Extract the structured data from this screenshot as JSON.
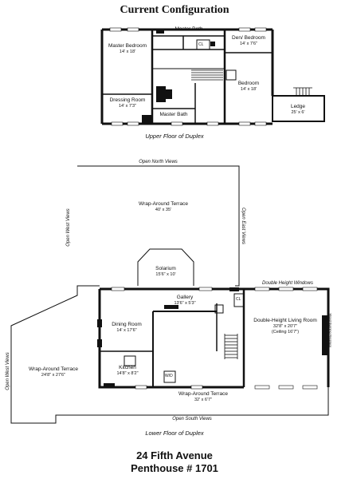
{
  "title": "Current Configuration",
  "upper": {
    "caption": "Upper Floor of Duplex",
    "rooms": {
      "master_bath_top": {
        "name": "Master Bath",
        "dims": ""
      },
      "master_bedroom": {
        "name": "Master Bedroom",
        "dims": "14' x 18'"
      },
      "den_bedroom": {
        "name": "Den/ Bedroom",
        "dims": "14' x 7'6\""
      },
      "bedroom": {
        "name": "Bedroom",
        "dims": "14' x 18'"
      },
      "dressing_room": {
        "name": "Dressing Room",
        "dims": "14' x 7'3\""
      },
      "master_bath_bottom": {
        "name": "Master Bath",
        "dims": ""
      },
      "ledge": {
        "name": "Ledge",
        "dims": "25' x 6'"
      }
    },
    "closet": "CL"
  },
  "lower": {
    "caption": "Lower Floor of Duplex",
    "views": {
      "north": "Open North Views",
      "east": "Open East Views",
      "west": "Open West Views",
      "west2": "Open West Views",
      "south": "Open South Views"
    },
    "rooms": {
      "terrace_north": {
        "name": "Wrap-Around Terrace",
        "dims": "40' x 35'"
      },
      "solarium": {
        "name": "Solarium",
        "dims": "15'6\" x 10'"
      },
      "gallery": {
        "name": "Gallery",
        "dims": "13'6\" x 5'3\""
      },
      "dining": {
        "name": "Dining Room",
        "dims": "14' x 17'6\""
      },
      "living": {
        "name": "Double-Height Living Room",
        "dims": "32'8\" x 20'7\"",
        "ceiling": "(Ceiling 16'7\")"
      },
      "kitchen": {
        "name": "Kitchen",
        "dims": "14'8\" x 8'2\""
      },
      "terrace_west": {
        "name": "Wrap-Around Terrace",
        "dims": "24'8\" x 27'6\""
      },
      "terrace_south": {
        "name": "Wrap-Around Terrace",
        "dims": "32' x 6'7\""
      }
    },
    "windows_label": "Double Height Windows",
    "fireplace_label": "Wood Burning Fireplace",
    "closet": "CL",
    "wd": "W/D"
  },
  "address": {
    "line1": "24 Fifth Avenue",
    "line2": "Penthouse # 1701"
  }
}
